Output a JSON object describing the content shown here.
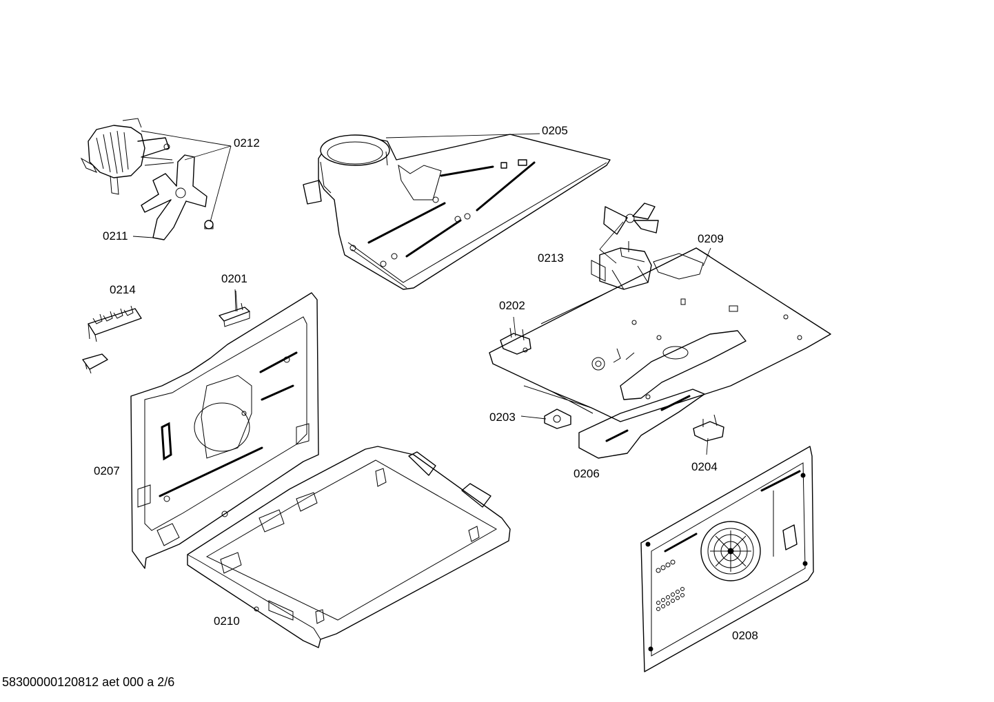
{
  "diagram": {
    "callouts": {
      "c0201": "0201",
      "c0202": "0202",
      "c0203": "0203",
      "c0204": "0204",
      "c0205": "0205",
      "c0206": "0206",
      "c0207": "0207",
      "c0208": "0208",
      "c0209": "0209",
      "c0210": "0210",
      "c0211": "0211",
      "c0212": "0212",
      "c0213": "0213",
      "c0214": "0214"
    },
    "footer": "58300000120812 aet 000 a 2/6"
  }
}
